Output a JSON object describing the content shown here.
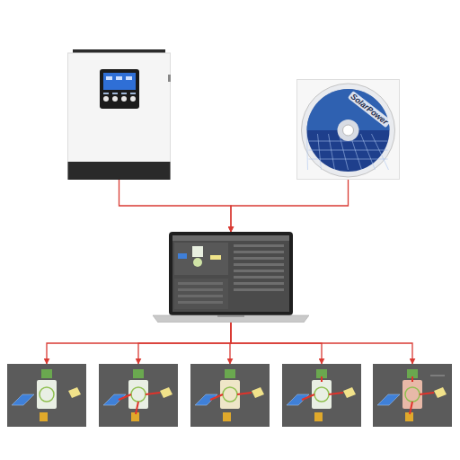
{
  "diagram": {
    "nodes": [
      {
        "text": []
      },
      {
        "text": [
          "SolarPower"
        ]
      },
      {
        "text": []
      },
      {
        "text": []
      },
      {
        "text": []
      },
      {
        "text": []
      },
      {
        "text": []
      },
      {
        "text": []
      }
    ],
    "edges": [
      {
        "from": 0,
        "to": 2,
        "arrow": "to"
      },
      {
        "from": 1,
        "to": 2,
        "arrow": "to"
      },
      {
        "from": 2,
        "to": 3,
        "arrow": "to"
      },
      {
        "from": 2,
        "to": 4,
        "arrow": "to"
      },
      {
        "from": 2,
        "to": 5,
        "arrow": "to"
      },
      {
        "from": 2,
        "to": 6,
        "arrow": "to"
      },
      {
        "from": 2,
        "to": 7,
        "arrow": "to"
      }
    ]
  }
}
